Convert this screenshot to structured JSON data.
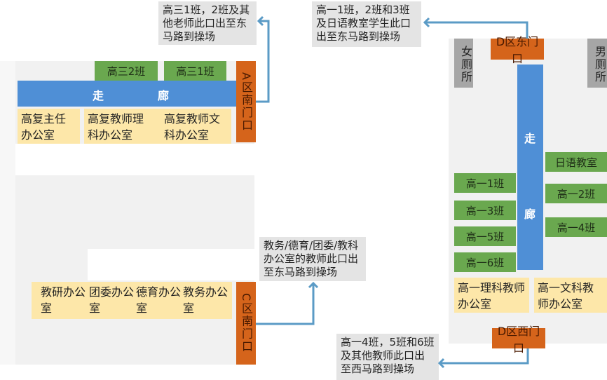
{
  "notes": {
    "a_exit": "高三1班，2班及其他老师此口出至东马路到操场",
    "d_east_exit": "高一1班，2班和3班及日语教室学生此口出至东马路到操场",
    "c_exit": "教务/德育/团委/教科办公室的教师此口出至东马路到操场",
    "d_west_exit": "高一4班，5班和6班及其他教师此口出至西马路到操场"
  },
  "a_zone": {
    "classes": [
      "高三2班",
      "高三1班"
    ],
    "corridor": [
      "走",
      "廊"
    ],
    "offices": [
      "高复主任办公室",
      "高复教师理科办公室",
      "高复教师文科办公室"
    ],
    "gate": "A区南门口"
  },
  "c_zone": {
    "offices": [
      "教研办公室",
      "团委办公室",
      "德育办公室",
      "教务办公室"
    ],
    "gate": "C区南门口"
  },
  "d_zone": {
    "gate_east": "D区东门口",
    "gate_west": "D区西门口",
    "toilet_female": "女厕所",
    "toilet_male": "男厕所",
    "corridor": [
      "走",
      "廊"
    ],
    "right_rooms": [
      "日语教室",
      "高一2班",
      "高一4班"
    ],
    "left_rooms": [
      "高一1班",
      "高一3班",
      "高一5班",
      "高一6班"
    ],
    "offices": [
      "高一理科教师办公室",
      "高一文科教师办公室"
    ]
  },
  "colors": {
    "arrow": "#5b9bc6"
  }
}
